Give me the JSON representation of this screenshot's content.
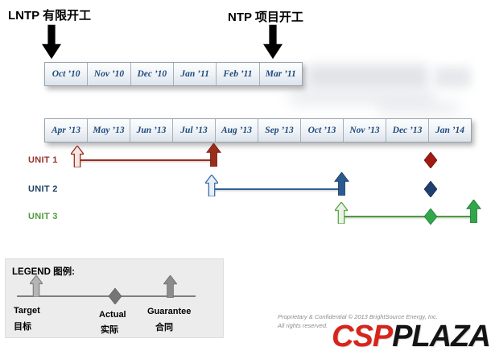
{
  "annotations": {
    "lntp_label": "LNTP 有限开工",
    "ntp_label": "NTP 项目开工"
  },
  "timeline": {
    "row1": [
      "Oct ’10",
      "Nov ’10",
      "Dec ’10",
      "Jan ’11",
      "Feb ’11",
      "Mar ’11"
    ],
    "row2": [
      "Apr ’13",
      "May ’13",
      "Jun ’13",
      "Jul ’13",
      "Aug ’13",
      "Sep ’13",
      "Oct ’13",
      "Nov ’13",
      "Dec ’13",
      "Jan ’14"
    ]
  },
  "units": [
    {
      "label": "UNIT 1",
      "color": "#9B2D1B",
      "target_month": "Apr ’13",
      "guarantee_month": "Jul ’13",
      "actual_month": "Dec ’13"
    },
    {
      "label": "UNIT 2",
      "color": "#2F5F97",
      "target_month": "Jul ’13",
      "guarantee_month": "Oct ’13",
      "actual_month": "Dec ’13"
    },
    {
      "label": "UNIT 3",
      "color": "#3FA53B",
      "target_month": "Oct ’13",
      "guarantee_month": "Jan ’14",
      "actual_month": "Dec ’13"
    }
  ],
  "legend": {
    "title": "LEGEND 图例:",
    "target_en": "Target",
    "target_cn": "目标",
    "actual_en": "Actual",
    "actual_cn": "实际",
    "guarantee_en": "Guarantee",
    "guarantee_cn": "合同"
  },
  "footer": {
    "line1": "Proprietary & Confidential © 2013 BrightSource Energy, Inc.",
    "line2": "All rights reserved."
  },
  "logo": {
    "csp": "CSP",
    "plaza": "PLAZA"
  }
}
